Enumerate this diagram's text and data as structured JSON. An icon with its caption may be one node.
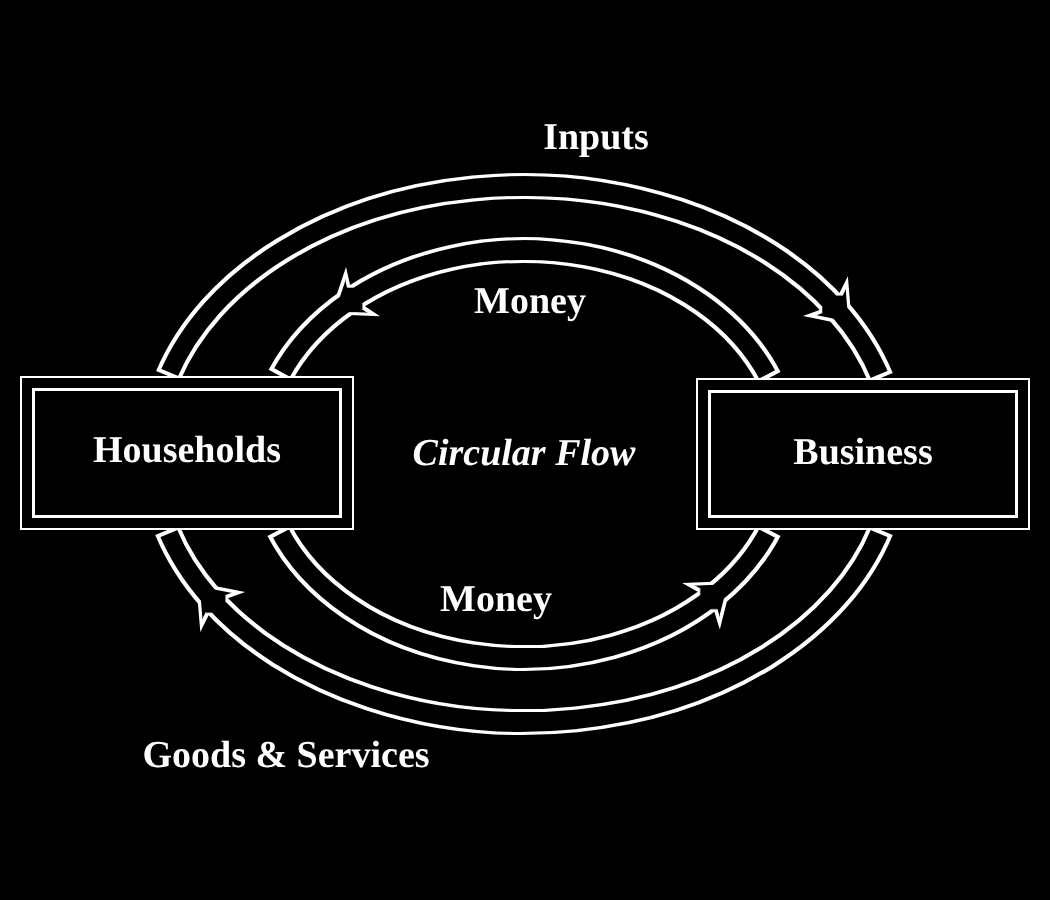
{
  "diagram": {
    "nodes": [
      {
        "text": [
          "Households"
        ]
      },
      {
        "text": [
          "Business"
        ]
      }
    ],
    "edges": [
      {
        "from": 0,
        "to": 1,
        "arrow": "to",
        "label": "Inputs"
      },
      {
        "from": 1,
        "to": 0,
        "arrow": "to",
        "label": "Money"
      },
      {
        "from": 0,
        "to": 1,
        "arrow": "to",
        "label": "Money"
      },
      {
        "from": 1,
        "to": 0,
        "arrow": "to",
        "label": "Goods & Services"
      }
    ],
    "labels": [
      "Circular Flow"
    ]
  }
}
